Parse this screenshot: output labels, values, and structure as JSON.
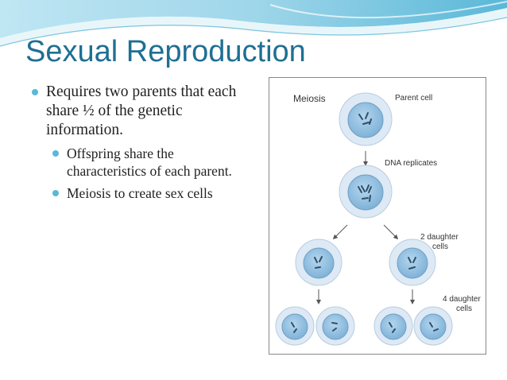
{
  "slide": {
    "title": "Sexual Reproduction",
    "bullets": [
      {
        "level": 1,
        "text": "Requires two parents that each share ½ of the genetic information."
      },
      {
        "level": 2,
        "text": "Offspring share the characteristics of each parent."
      },
      {
        "level": 2,
        "text": "Meiosis to create sex cells"
      }
    ]
  },
  "diagram": {
    "heading": "Meiosis",
    "labels": {
      "parent_cell": "Parent cell",
      "dna_replicates": "DNA replicates",
      "two_daughter": [
        "2 daughter",
        "cells"
      ],
      "four_daughter": [
        "4 daughter",
        "cells"
      ]
    }
  },
  "colors": {
    "title": "#1f6f93",
    "bullet": "#5ab8d8",
    "cell_outer": "#dde9f4",
    "cell_inner": "#8fbfe0"
  }
}
